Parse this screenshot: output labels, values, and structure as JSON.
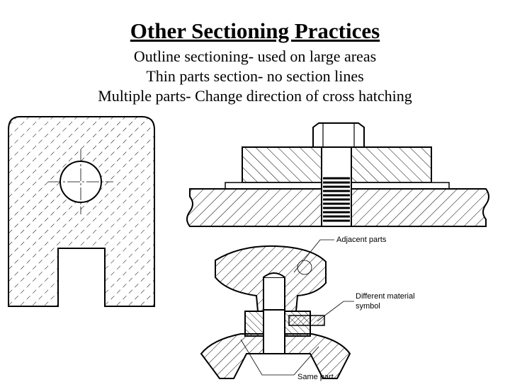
{
  "slide": {
    "title": "Other Sectioning Practices",
    "bullets": [
      "Outline sectioning- used on large areas",
      "Thin parts section- no section lines",
      "Multiple parts- Change direction of cross hatching"
    ]
  },
  "callouts": {
    "adjacent_parts": "Adjacent parts",
    "different_material_1": "Different material",
    "different_material_2": "symbol",
    "same_part": "Same part"
  }
}
